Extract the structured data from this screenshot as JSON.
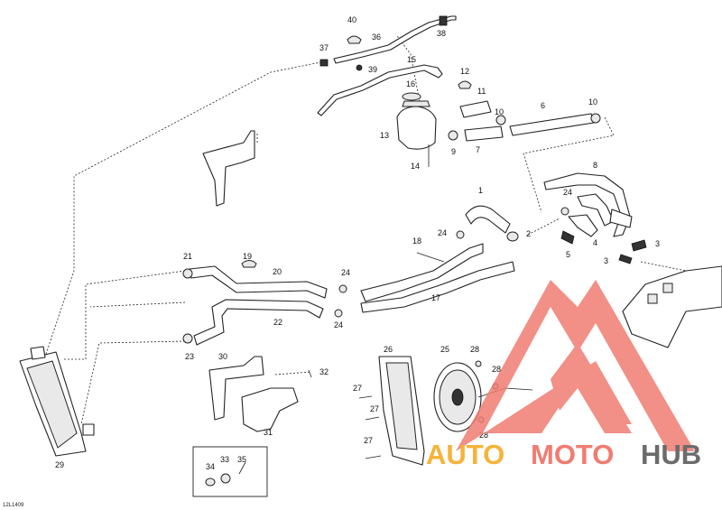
{
  "diagram": {
    "code": "12L1409",
    "callouts": [
      "1",
      "2",
      "3",
      "3",
      "4",
      "5",
      "6",
      "7",
      "8",
      "9",
      "10",
      "10",
      "11",
      "12",
      "13",
      "14",
      "15",
      "16",
      "17",
      "18",
      "19",
      "20",
      "21",
      "22",
      "23",
      "24",
      "24",
      "24",
      "24",
      "25",
      "26",
      "27",
      "27",
      "27",
      "28",
      "28",
      "28",
      "29",
      "30",
      "31",
      "32",
      "33",
      "34",
      "35",
      "36",
      "37",
      "38",
      "39",
      "40"
    ]
  },
  "watermark": {
    "brand_part1": "AUTO",
    "brand_part2": "MOTO",
    "brand_part3": "HUB",
    "colors": {
      "auto": "#f6b33a",
      "moto": "#f07c72",
      "hub": "#6b6b6b",
      "logo": "#f07c72"
    }
  }
}
